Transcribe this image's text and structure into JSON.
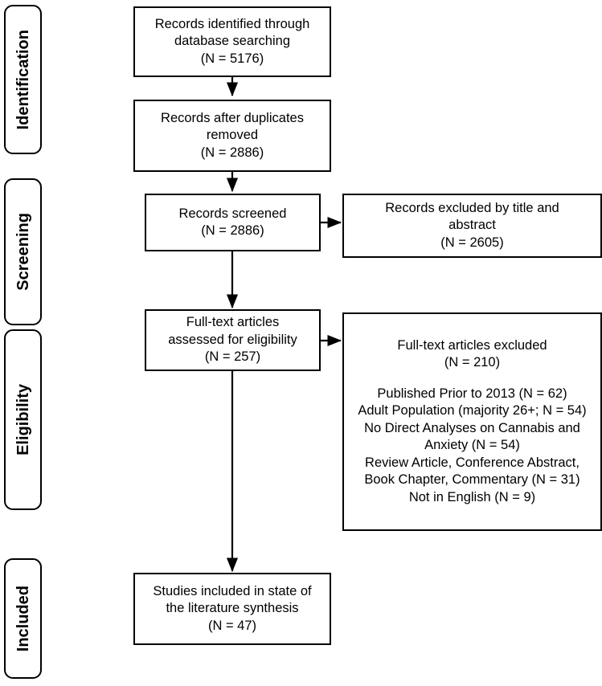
{
  "figure": {
    "type": "prisma-flow-diagram",
    "stroke_color": "#000000",
    "background_color": "#ffffff"
  },
  "stages": [
    {
      "id": "identification",
      "label": "Identification"
    },
    {
      "id": "screening",
      "label": "Screening"
    },
    {
      "id": "eligibility",
      "label": "Eligibility"
    },
    {
      "id": "included",
      "label": "Included"
    }
  ],
  "nodes": {
    "records_identified": {
      "text": "Records identified through\ndatabase searching\n(N = 5176)",
      "count": 5176
    },
    "records_after_duplicates": {
      "text": "Records after duplicates\nremoved\n(N = 2886)",
      "count": 2886
    },
    "records_screened": {
      "text": "Records screened\n(N = 2886)",
      "count": 2886
    },
    "records_excluded": {
      "text": "Records excluded by title and\nabstract\n(N = 2605)",
      "count": 2605
    },
    "fulltext_assessed": {
      "text": "Full-text articles\nassessed for eligibility\n(N = 257)",
      "count": 257
    },
    "fulltext_excluded": {
      "heading": "Full-text articles excluded\n(N = 210)",
      "count": 210,
      "reasons_text": "Published Prior to 2013 (N = 62)\nAdult Population (majority 26+; N = 54)\nNo Direct Analyses on Cannabis and\nAnxiety (N = 54)\nReview Article, Conference Abstract,\nBook Chapter, Commentary (N = 31)\nNot in English (N = 9)",
      "reasons": [
        {
          "label": "Published Prior to 2013",
          "count": 62
        },
        {
          "label": "Adult Population (majority 26+)",
          "count": 54
        },
        {
          "label": "No Direct Analyses on Cannabis and Anxiety",
          "count": 54
        },
        {
          "label": "Review Article, Conference Abstract, Book Chapter, Commentary",
          "count": 31
        },
        {
          "label": "Not in English",
          "count": 9
        }
      ]
    },
    "studies_included": {
      "text": "Studies included in state of\nthe literature synthesis\n(N = 47)",
      "count": 47
    }
  }
}
